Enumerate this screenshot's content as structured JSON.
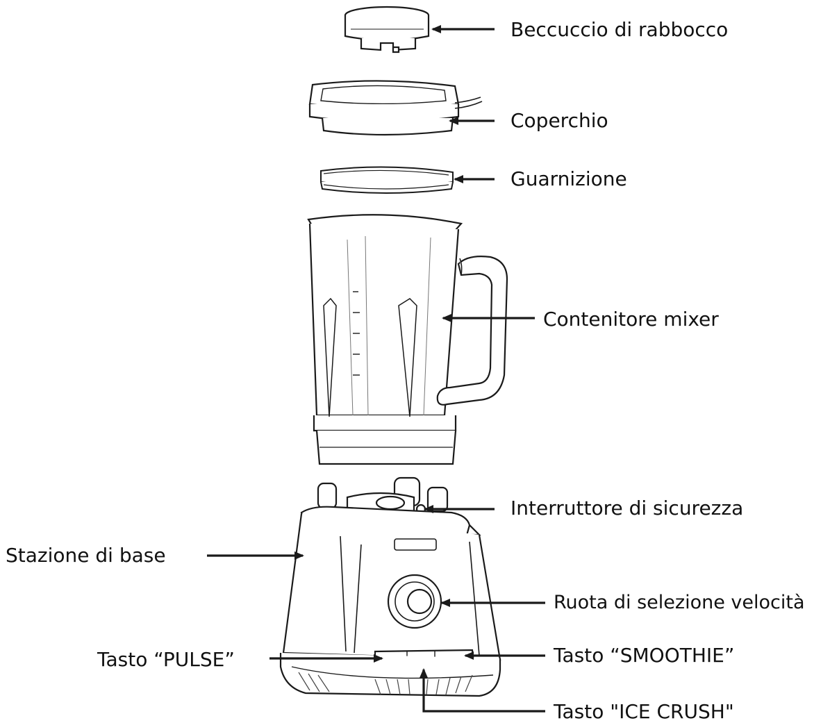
{
  "diagram": {
    "colors": {
      "line": "#1a1a1a",
      "background": "#ffffff",
      "shade": "#f3f3f3"
    },
    "labels": {
      "beccuccio": "Beccuccio di rabbocco",
      "coperchio": "Coperchio",
      "guarnizione": "Guarnizione",
      "contenitore": "Contenitore mixer",
      "interruttore": "Interruttore di sicurezza",
      "stazione": "Stazione di base",
      "ruota": "Ruota di selezione velocità",
      "pulse": "Tasto “PULSE”",
      "smoothie": "Tasto “SMOOTHIE”",
      "ice_crush": "Tasto \"ICE CRUSH\""
    }
  }
}
